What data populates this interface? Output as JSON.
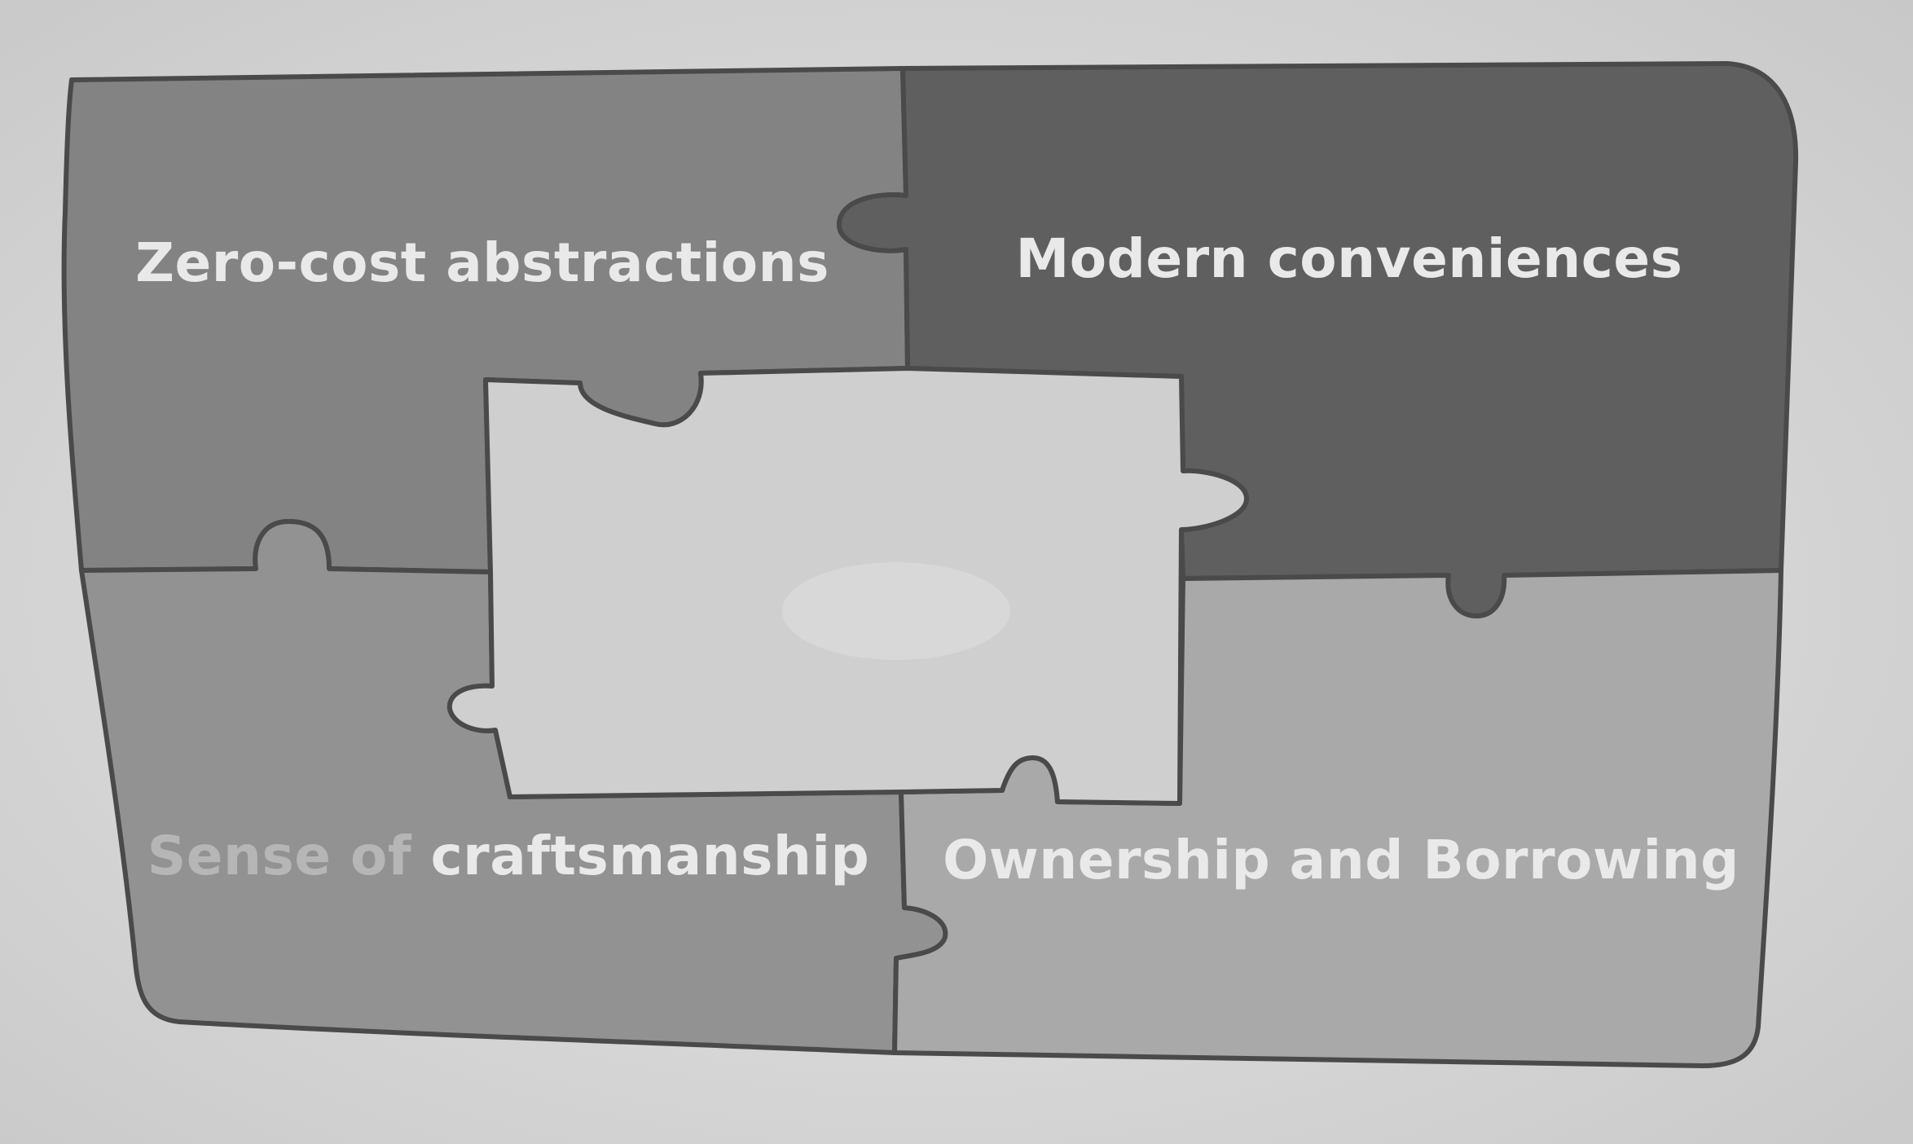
{
  "diagram": {
    "pieces": [
      {
        "id": "top-left",
        "label": "Zero-cost abstractions",
        "color": "#838383"
      },
      {
        "id": "top-right",
        "label": "Modern conveniences",
        "color": "#5f5f5f"
      },
      {
        "id": "bottom-left",
        "label_faint": "Sense of ",
        "label": "craftsmanship",
        "color": "#929292"
      },
      {
        "id": "bottom-right",
        "label": "Ownership and Borrowing",
        "color": "#a9a9a9"
      },
      {
        "id": "center",
        "label": "",
        "color": "#cfcfcf"
      }
    ],
    "outline_color": "#4a4a4a",
    "background_color": "#d6d6d6"
  }
}
